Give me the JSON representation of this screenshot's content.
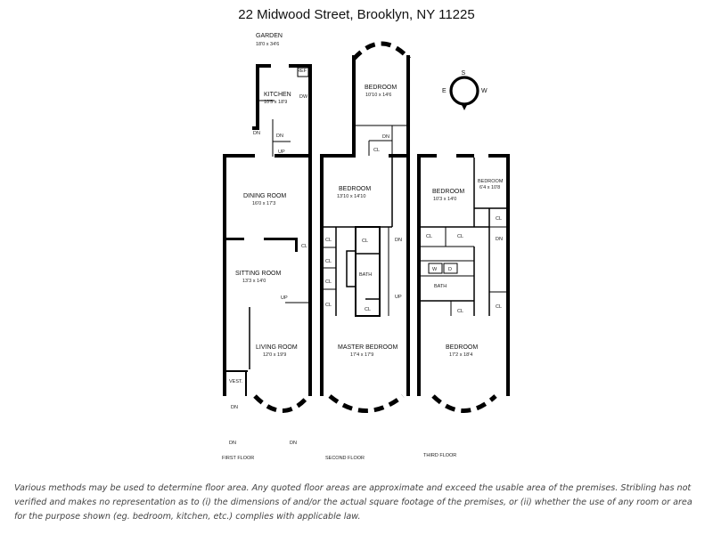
{
  "title": "22 Midwood Street, Brooklyn, NY 11225",
  "compass": {
    "s": "S",
    "e": "E",
    "w": "W"
  },
  "garden": {
    "name": "GARDEN",
    "size": "18'0 x 34'6"
  },
  "first_floor": {
    "label": "FIRST FLOOR",
    "kitchen": {
      "name": "KITCHEN",
      "size": "10'5 x 18'9"
    },
    "dining_room": {
      "name": "DINING ROOM",
      "size": "16'0 x 17'3"
    },
    "sitting_room": {
      "name": "SITTING ROOM",
      "size": "13'3 x 14'0"
    },
    "living_room": {
      "name": "LIVING ROOM",
      "size": "12'0 x 19'9"
    },
    "ref": "REF",
    "dw": "DW",
    "dn": "DN",
    "up": "UP",
    "cl": "CL",
    "vest": "VEST."
  },
  "second_floor": {
    "label": "SECOND FLOOR",
    "rear_bedroom": {
      "name": "BEDROOM",
      "size": "10'10 x 14'6"
    },
    "bedroom": {
      "name": "BEDROOM",
      "size": "13'10 x 14'10"
    },
    "master_bedroom": {
      "name": "MASTER BEDROOM",
      "size": "17'4 x 17'9"
    },
    "bath": "BATH",
    "cl": "CL",
    "dn": "DN",
    "up": "UP"
  },
  "third_floor": {
    "label": "THIRD FLOOR",
    "bedroom_a": {
      "name": "BEDROOM",
      "size": "10'3 x 14'0"
    },
    "bedroom_b": {
      "name": "BEDROOM",
      "size": "6'4 x 10'8"
    },
    "bedroom_front": {
      "name": "BEDROOM",
      "size": "17'2 x 18'4"
    },
    "bath": "BATH",
    "cl": "CL",
    "dn": "DN",
    "w": "W",
    "d": "D"
  },
  "disclaimer": "Various methods may be used to determine floor area. Any quoted floor areas are approximate and exceed the usable area of the premises. Stribling has not verified and makes no representation as to (i) the dimensions of and/or the actual square footage of the premises, or (ii) whether the use of any room or area for the purpose shown (eg. bedroom, kitchen, etc.) complies with applicable law."
}
